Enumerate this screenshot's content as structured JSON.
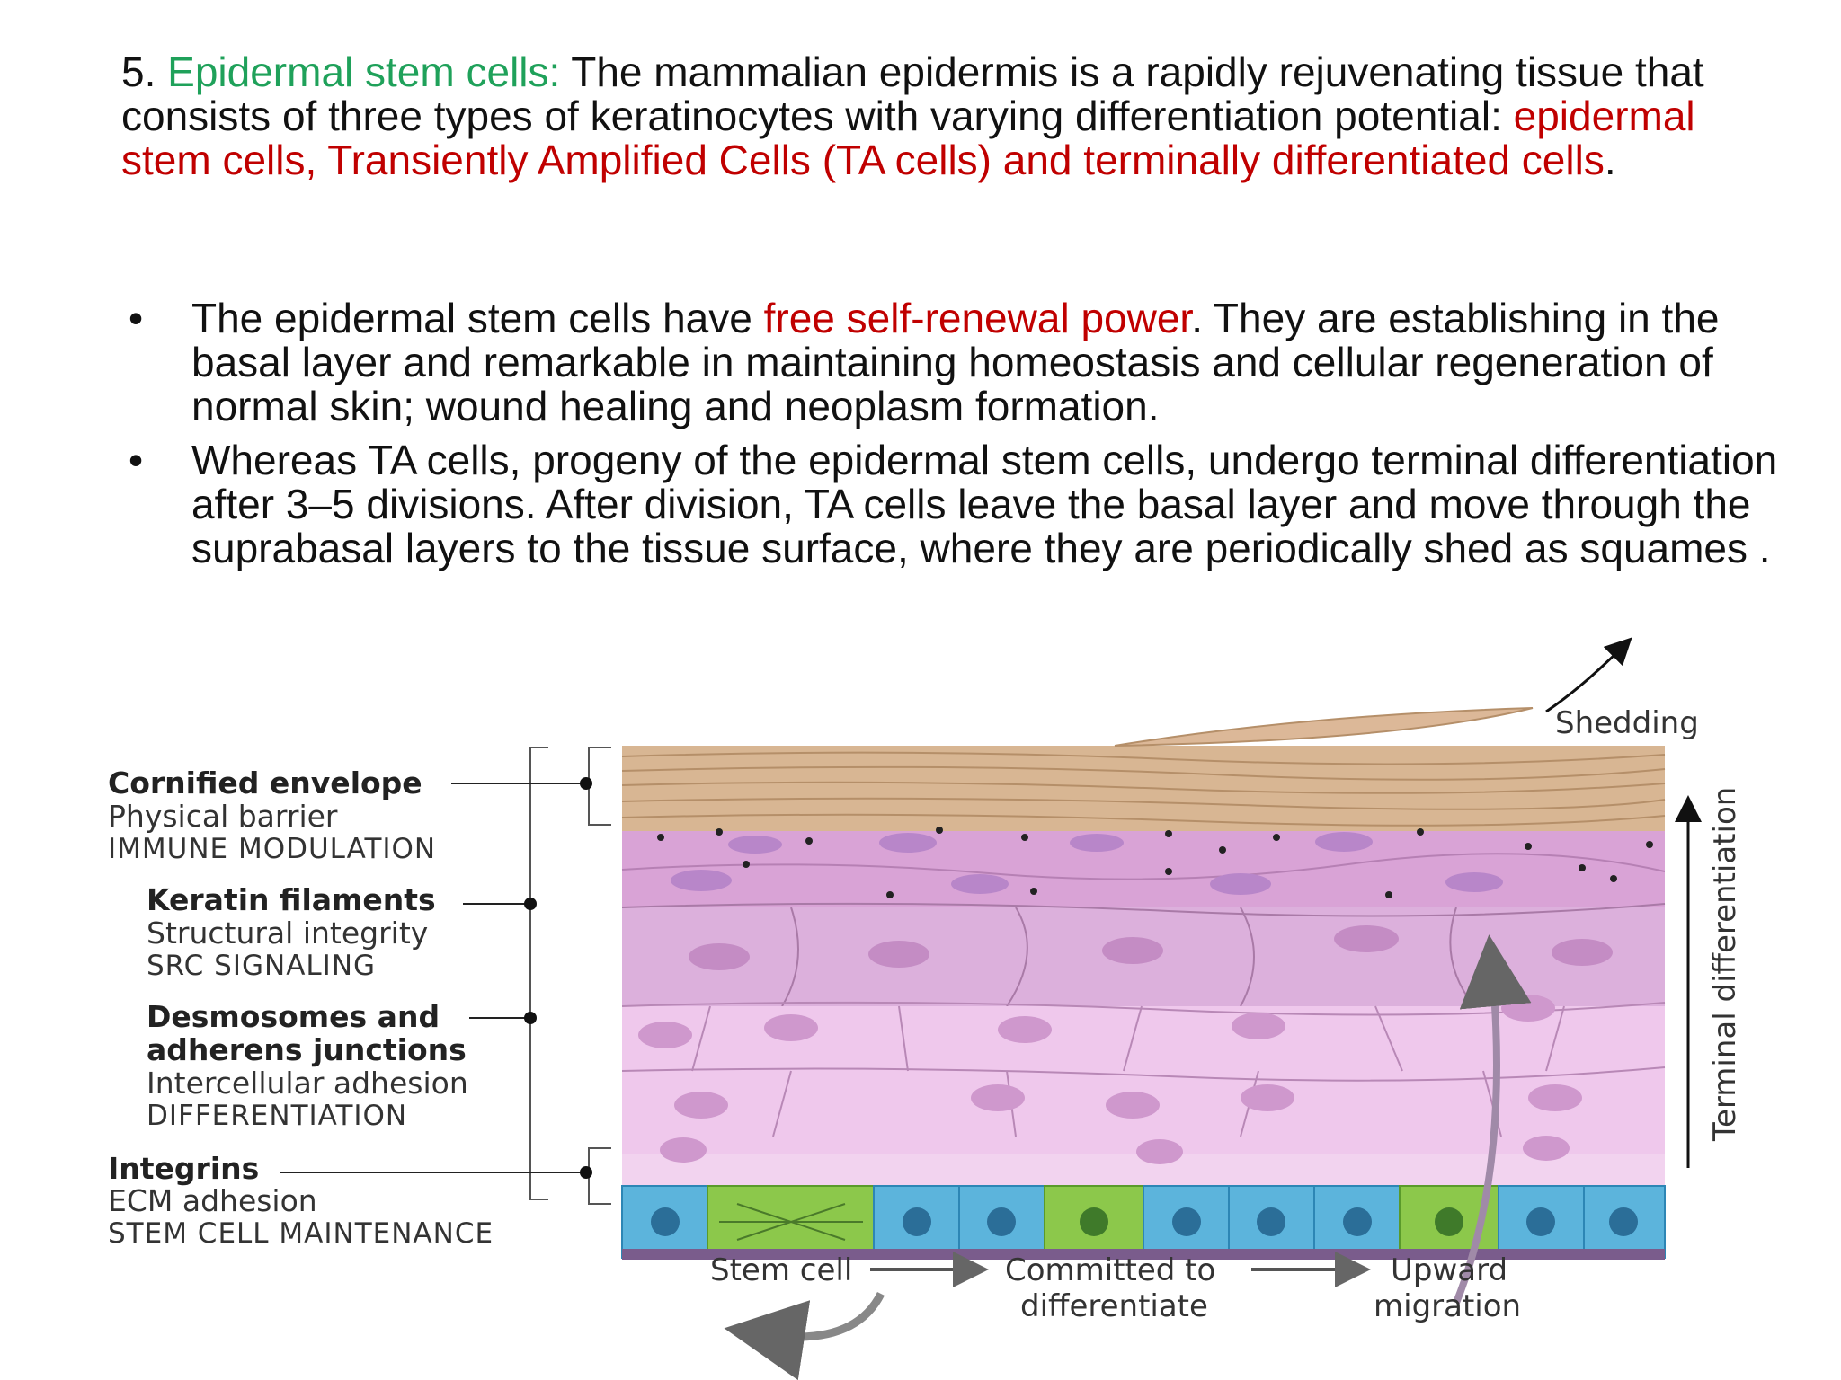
{
  "intro": {
    "number": "5. ",
    "term": "Epidermal stem cells:",
    "text1": " The mammalian epidermis is a rapidly rejuvenating tissue that consists of three types of keratinocytes with varying differentiation potential: ",
    "cell_types": "epidermal stem cells, Transiently Amplified Cells (TA cells) and terminally differentiated cells",
    "end": "."
  },
  "bullets": [
    {
      "marker": "•",
      "pre": "The epidermal stem cells have ",
      "highlight": "free self-renewal power",
      "post": ". They are establishing in the basal layer and remarkable in maintaining homeostasis and cellular regeneration of normal skin; wound healing and neoplasm formation."
    },
    {
      "marker": "•",
      "text": "Whereas TA cells, progeny of the epidermal stem cells, undergo terminal differentiation after 3–5 divisions. After division, TA cells leave the basal layer and move through the suprabasal layers to the tissue surface, where they are periodically shed as squames ."
    }
  ],
  "figure": {
    "labels": {
      "cornified": {
        "title": "Cornified envelope",
        "line1": "Physical barrier",
        "line2": "IMMUNE MODULATION"
      },
      "keratin": {
        "title": "Keratin filaments",
        "line1": "Structural integrity",
        "line2": "SRC SIGNALING"
      },
      "desmosomes": {
        "title1": "Desmosomes and",
        "title2": "adherens junctions",
        "line1": "Intercellular adhesion",
        "line2": "DIFFERENTIATION"
      },
      "integrins": {
        "title": "Integrins",
        "line1": "ECM adhesion",
        "line2": "STEM CELL MAINTENANCE"
      }
    },
    "shedding": "Shedding",
    "terminal_differentiation": "Terminal differentiation",
    "flow": {
      "stem_cell": "Stem cell",
      "committed_1": "Committed to",
      "committed_2": "differentiate",
      "upward_1": "Upward",
      "upward_2": "migration"
    },
    "colors": {
      "stem_cell": "#5cb4dc",
      "committed_cell": "#8cc84b",
      "suprabasal_cell": "#e8b5e2",
      "granular_cell": "#cc90cc",
      "cornified_layer": "#dcb898"
    }
  }
}
